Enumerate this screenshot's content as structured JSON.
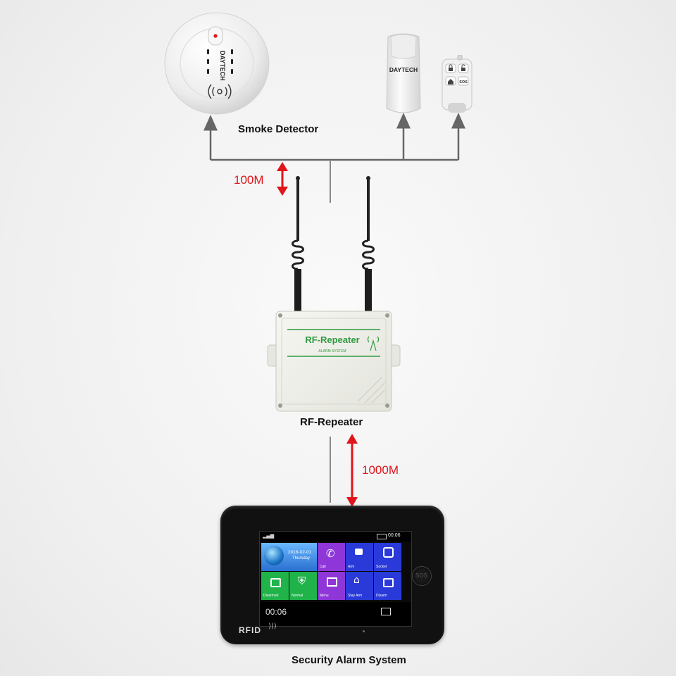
{
  "labels": {
    "smoke_detector": "Smoke Detector",
    "rf_repeater": "RF-Repeater",
    "security_alarm": "Security Alarm System"
  },
  "distances": {
    "top": "100M",
    "bottom": "1000M"
  },
  "brand": "DAYTECH",
  "repeater_box": {
    "title": "RF-Repeater",
    "subtitle": "ALARM SYSTEM"
  },
  "remote": {
    "sos": "SOS"
  },
  "panel": {
    "rfid": "RFID",
    "sos": "SOS",
    "status_time": "00:06",
    "date": "2018-02-01",
    "weekday": "Thursday",
    "clock": "00:06",
    "tiles": {
      "call": "Call",
      "arm": "Arm",
      "socket": "Socket",
      "disarmed": "Disarmed",
      "normal": "Normal",
      "menu": "Menu",
      "stay_arm": "Stay Arm",
      "disarm": "Disarm"
    }
  },
  "colors": {
    "arrow_red": "#e0141b",
    "repeater_green": "#2f9a3f",
    "tile_purple": "#8e36d8",
    "tile_blue": "#2a3ad8",
    "tile_green": "#1fb34a"
  }
}
